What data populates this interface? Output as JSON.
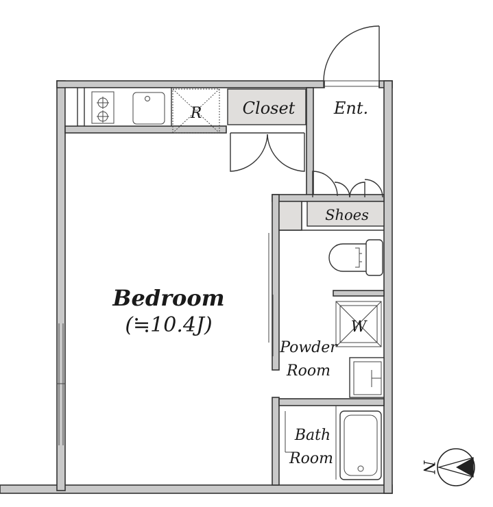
{
  "rooms": {
    "bedroom_name": "Bedroom",
    "bedroom_size": "(≒10.4J)",
    "closet": "Closet",
    "entrance": "Ent.",
    "shoes": "Shoes",
    "powder_room_line1": "Powder",
    "powder_room_line2": "Room",
    "bath_room_line1": "Bath",
    "bath_room_line2": "Room",
    "refrigerator": "R",
    "washer": "W"
  },
  "compass": {
    "north_label": "N"
  }
}
